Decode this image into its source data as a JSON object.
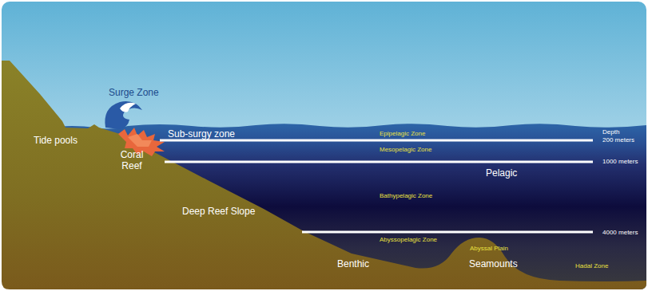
{
  "diagram": {
    "labels": [
      "Surge Zone",
      "Tide pools",
      "Sub-surgy zone",
      "Coral Reef",
      "Deep Reef Slope",
      "Epipelagic Zone",
      "Mesopelagic Zone",
      "Bathypelagic Zone",
      "Abyssopelagic Zone",
      "Abyssal Plain",
      "Hadal Zone",
      "Pelagic",
      "Benthic",
      "Seamounts",
      "Depth",
      "200 meters",
      "1000 meters",
      "4000 meters"
    ]
  }
}
